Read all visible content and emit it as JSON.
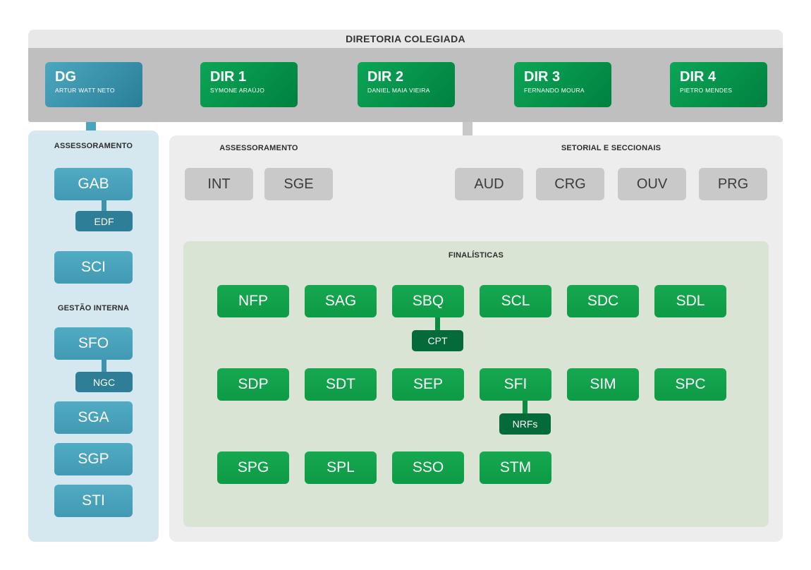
{
  "board": {
    "title": "DIRETORIA COLEGIADA",
    "directors": [
      {
        "code": "DG",
        "name": "ARTUR WATT NETO"
      },
      {
        "code": "DIR 1",
        "name": "SYMONE ARAÚJO"
      },
      {
        "code": "DIR 2",
        "name": "DANIEL MAIA VIEIRA"
      },
      {
        "code": "DIR 3",
        "name": "FERNANDO MOURA"
      },
      {
        "code": "DIR 4",
        "name": "PIETRO MENDES"
      }
    ]
  },
  "sidebar": {
    "assessoramento_title": "ASSESSORAMENTO",
    "gestao_interna_title": "GESTÃO INTERNA",
    "units": {
      "gab": "GAB",
      "edf": "EDF",
      "sci": "SCI",
      "sfo": "SFO",
      "ngc": "NGC",
      "sga": "SGA",
      "sgp": "SGP",
      "sti": "STI"
    }
  },
  "main": {
    "assessoramento_title": "ASSESSORAMENTO",
    "setorial_title": "SETORIAL E SECCIONAIS",
    "assessoramento_units": [
      "INT",
      "SGE"
    ],
    "setorial_units": [
      "AUD",
      "CRG",
      "OUV",
      "PRG"
    ],
    "finalisticas": {
      "title": "FINALÍSTICAS",
      "row1": [
        "NFP",
        "SAG",
        "SBQ",
        "SCL",
        "SDC",
        "SDL"
      ],
      "row1_child": "CPT",
      "row2": [
        "SDP",
        "SDT",
        "SEP",
        "SFI",
        "SIM",
        "SPC"
      ],
      "row2_child": "NRFs",
      "row3": [
        "SPG",
        "SPL",
        "SSO",
        "STM"
      ]
    }
  },
  "colors": {
    "teal": "#4aa4bd",
    "dark_teal": "#2f7e97",
    "green": "#0d9b45",
    "dark_green": "#046a39",
    "gray_box": "#c9c9c9",
    "band_gray": "#bfbfbf",
    "sidebar_bg": "#d5e8f0",
    "main_bg": "#ededed",
    "finalisticas_bg": "#d9e4d5"
  }
}
